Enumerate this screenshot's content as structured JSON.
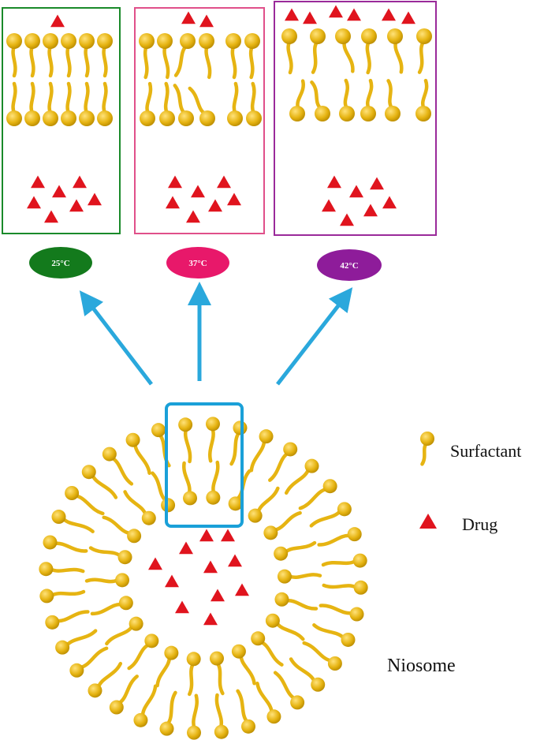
{
  "panels": [
    {
      "temperature": "25°C",
      "color": "#1a8a2a",
      "oval_color": "#137a1c",
      "state": "packed"
    },
    {
      "temperature": "37°C",
      "color": "#e0508a",
      "oval_color": "#e8186a",
      "state": "partial"
    },
    {
      "temperature": "42°C",
      "color": "#9a2a9a",
      "oval_color": "#8e1c9a",
      "state": "open"
    }
  ],
  "legend": {
    "surfactant_label": "Surfactant",
    "drug_label": "Drug"
  },
  "niosome_label": "Niosome",
  "colors": {
    "surfactant": "#e6b412",
    "surfactant_dark": "#b88a00",
    "drug": "#e0141e",
    "arrow": "#2aa8dc",
    "focus_box": "#1aa0d8"
  }
}
